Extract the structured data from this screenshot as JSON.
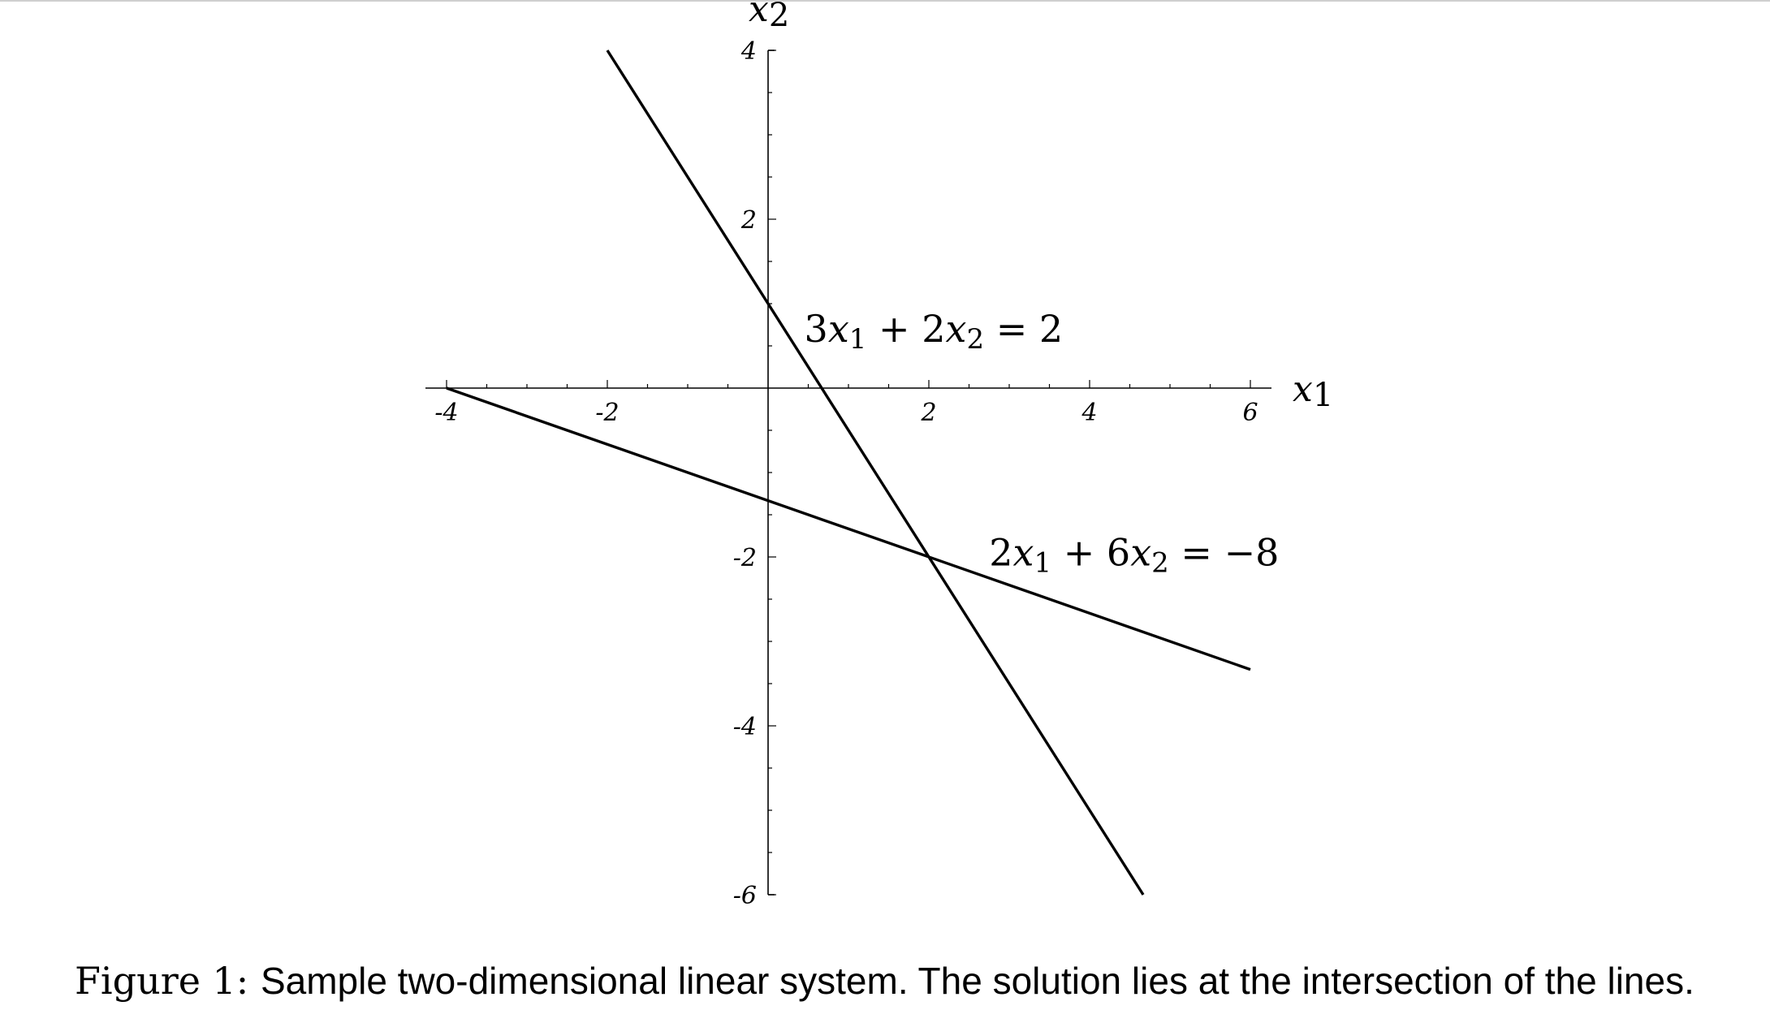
{
  "chart_data": {
    "type": "line",
    "xlabel": {
      "base": "x",
      "sub": "1"
    },
    "ylabel": {
      "base": "x",
      "sub": "2"
    },
    "xlim": [
      -4,
      6
    ],
    "ylim": [
      -6,
      4
    ],
    "x_ticks": [
      -4,
      -2,
      2,
      4,
      6
    ],
    "y_ticks": [
      4,
      2,
      -2,
      -4,
      -6
    ],
    "grid": false,
    "series": [
      {
        "equation_parts": [
          "3",
          "x",
          "1",
          " + 2",
          "x",
          "2",
          " = 2"
        ],
        "x": [
          -2,
          4.667
        ],
        "y": [
          4,
          -6
        ]
      },
      {
        "equation_parts": [
          "2",
          "x",
          "1",
          " + 6",
          "x",
          "2",
          " = −8"
        ],
        "x": [
          -4,
          6
        ],
        "y": [
          0,
          -3.333
        ]
      }
    ],
    "intersection": {
      "x": 2,
      "y": -2
    }
  },
  "caption": {
    "prefix": "Figure 1:",
    "text": "Sample two-dimensional linear system.  The solution lies at the intersection of the lines."
  },
  "colors": {
    "ink": "#000000",
    "rule": "#cfcfcf"
  }
}
